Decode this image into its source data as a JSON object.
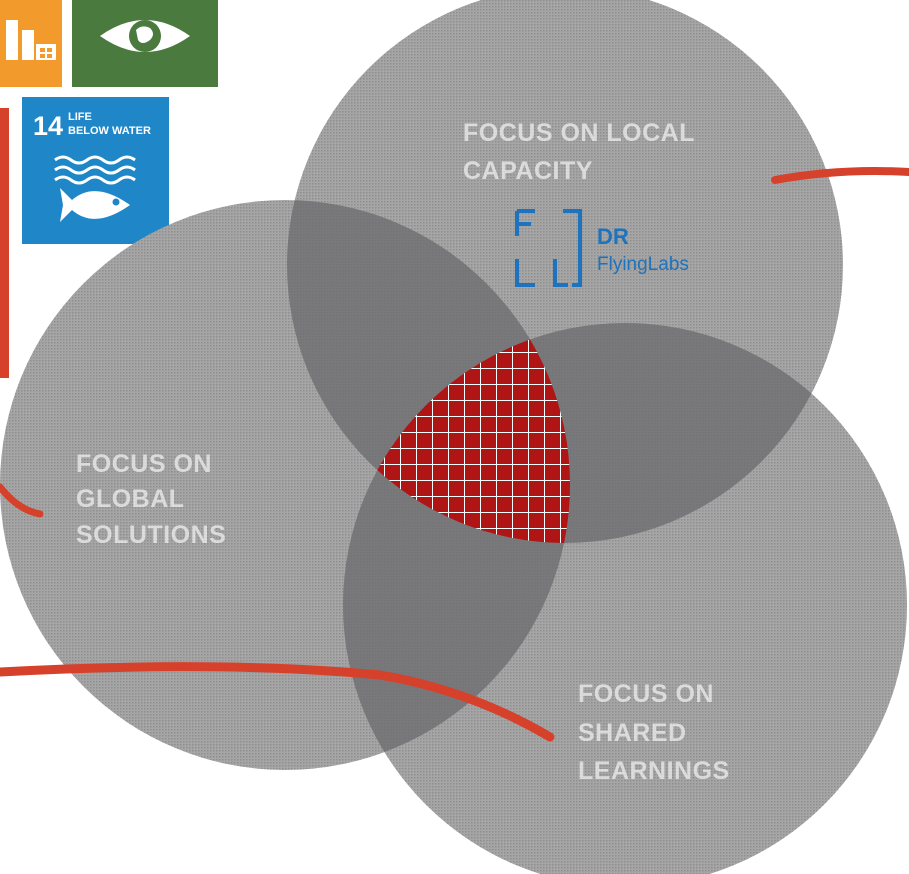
{
  "circles": {
    "local": {
      "label_lines": [
        "FOCUS ON LOCAL",
        "CAPACITY"
      ]
    },
    "global": {
      "label_lines": [
        "FOCUS ON",
        "GLOBAL",
        "SOLUTIONS"
      ]
    },
    "shared": {
      "label_lines": [
        "FOCUS ON",
        "SHARED",
        "LEARNINGS"
      ]
    }
  },
  "logo": {
    "line1": "DR",
    "line2": "FlyingLabs",
    "color": "#1e73be"
  },
  "sdg_tiles": {
    "goal_14": {
      "number": "14",
      "title_line1": "LIFE",
      "title_line2": "BELOW WATER",
      "color": "#1f87c8"
    },
    "goal_11_color": "#f39a2c",
    "goal_15_color": "#4a7a3d"
  },
  "colors": {
    "circle": "#9a9a9a",
    "overlap_pair": "#6e6e70",
    "center": "#b01515",
    "accent_line": "#d6412c"
  }
}
